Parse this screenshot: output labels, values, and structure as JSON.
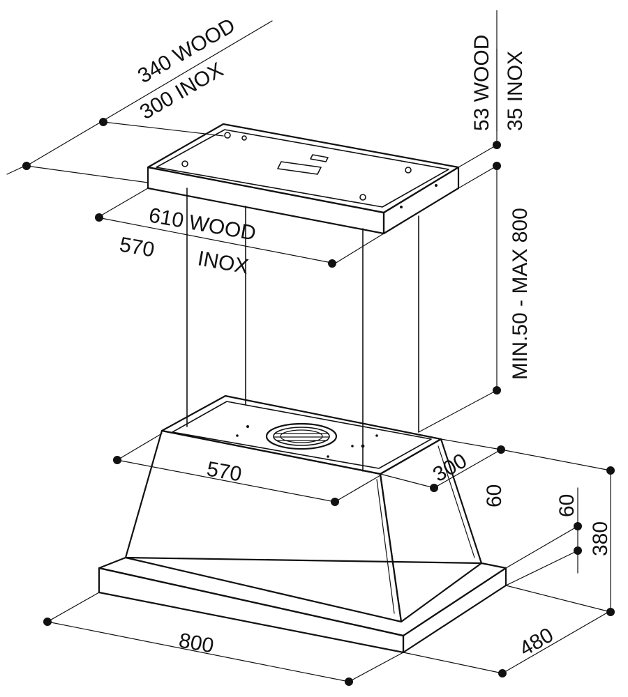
{
  "colors": {
    "line": "#111111",
    "background": "#ffffff"
  },
  "dimensions": {
    "top_depth_wood": "340 WOOD",
    "top_depth_inox": "300  INOX",
    "top_height_wood": "53  WOOD",
    "top_height_inox": "35  INOX",
    "top_width_wood": "610 WOOD",
    "top_width_inox_value": "570",
    "top_width_inox_label": "INOX",
    "telescopic_height": "MIN.50 - MAX 800",
    "chimney_width": "570",
    "chimney_depth": "300",
    "chimney_height": "60",
    "hood_front_height": "60",
    "hood_total_height": "380",
    "hood_width": "800",
    "hood_depth": "480"
  }
}
